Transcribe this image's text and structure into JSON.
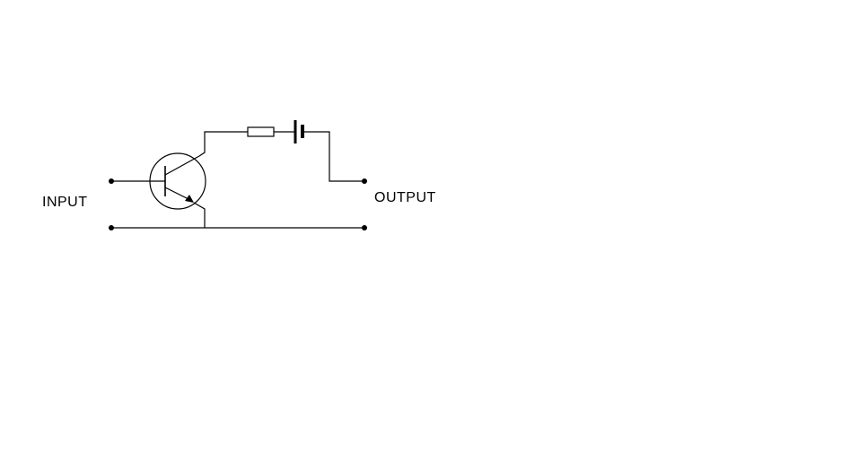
{
  "diagram": {
    "labels": {
      "input": "INPUT",
      "output": "OUTPUT"
    },
    "components": [
      {
        "kind": "transistor",
        "icon": "npn-transistor-icon"
      },
      {
        "kind": "resistor",
        "icon": "resistor-icon"
      },
      {
        "kind": "battery",
        "icon": "battery-icon"
      }
    ],
    "colors": {
      "line": "#000000",
      "background": "#ffffff"
    }
  }
}
